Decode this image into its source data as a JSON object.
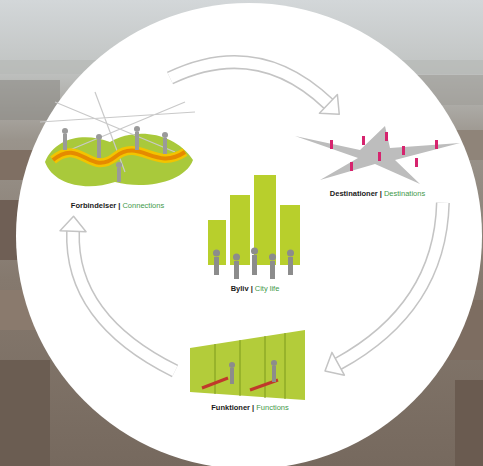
{
  "diagram": {
    "nodes": [
      {
        "text": [
          "Forbindelser |",
          "Connections"
        ]
      },
      {
        "text": [
          "Destinationer |",
          "Destinations"
        ]
      },
      {
        "text": [
          "Byliv |",
          "City life"
        ]
      },
      {
        "text": [
          "Funktioner |",
          "Functions"
        ]
      }
    ],
    "edges": [
      {
        "from": 0,
        "to": 1,
        "arrow": "to"
      },
      {
        "from": 1,
        "to": 3,
        "arrow": "to"
      },
      {
        "from": 3,
        "to": 0,
        "arrow": "to"
      }
    ]
  }
}
